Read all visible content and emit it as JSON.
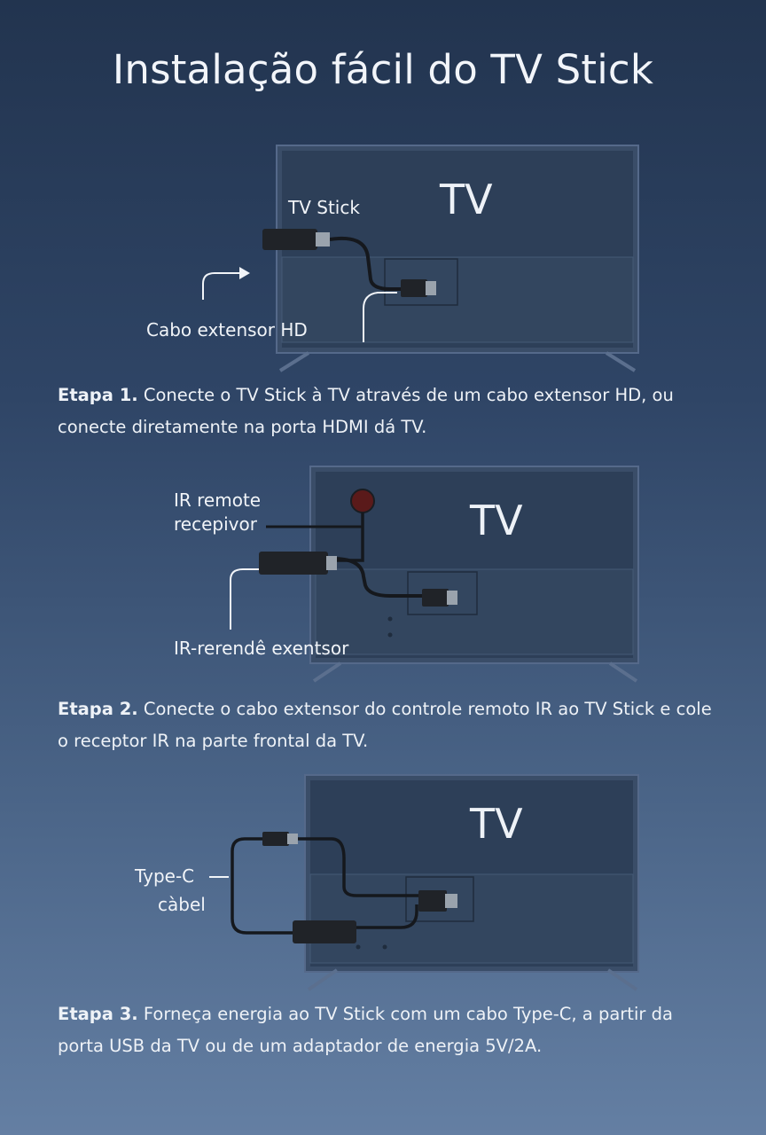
{
  "title": "Instalação fácil do TV Stick",
  "step1": {
    "tv_label": "TV",
    "stick_label": "TV Stick",
    "cable_label": "Cabo extensor HD",
    "label": "Etapa 1.",
    "text": "Conecte o TV Stick à TV através de um cabo extensor HD, ou conecte diretamente na porta HDMI dá TV."
  },
  "step2": {
    "tv_label": "TV",
    "ir_receiver_line1": "IR remote",
    "ir_receiver_line2": "recepivor",
    "extender_label": "IR-rerendê exentsor",
    "label": "Etapa 2.",
    "text": "Conecte o cabo extensor do controle remoto IR ao TV Stick e cole o receptor IR na parte frontal da TV."
  },
  "step3": {
    "tv_label": "TV",
    "typec_line1": "Type-C",
    "typec_line2": "càbel",
    "label": "Etapa 3.",
    "text": "Forneça energia ao TV Stick com um cabo Type-C, a partir da porta USB da TV ou de um adaptador de energia 5V/2A."
  },
  "colors": {
    "tv_bezel": "#3a4d68",
    "tv_screen": "#2d3f58",
    "tv_panel": "#33465f",
    "cable": "#1a1d22",
    "ir_dot": "#5a1a1a"
  }
}
